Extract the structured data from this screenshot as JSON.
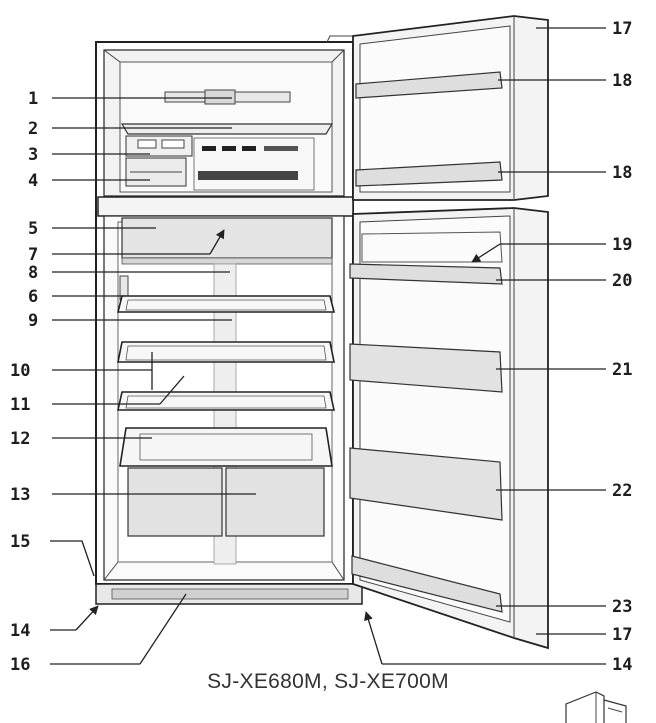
{
  "caption": "SJ-XE680M, SJ-XE700M",
  "callouts": {
    "c1": "1",
    "c2": "2",
    "c3": "3",
    "c4": "4",
    "c5": "5",
    "c6": "6",
    "c7": "7",
    "c8": "8",
    "c9": "9",
    "c10": "10",
    "c11": "11",
    "c12": "12",
    "c13": "13",
    "c14a": "14",
    "c14b": "14",
    "c15": "15",
    "c16": "16",
    "c17a": "17",
    "c17b": "17",
    "c18a": "18",
    "c18b": "18",
    "c19": "19",
    "c20": "20",
    "c21": "21",
    "c22": "22",
    "c23": "23"
  }
}
